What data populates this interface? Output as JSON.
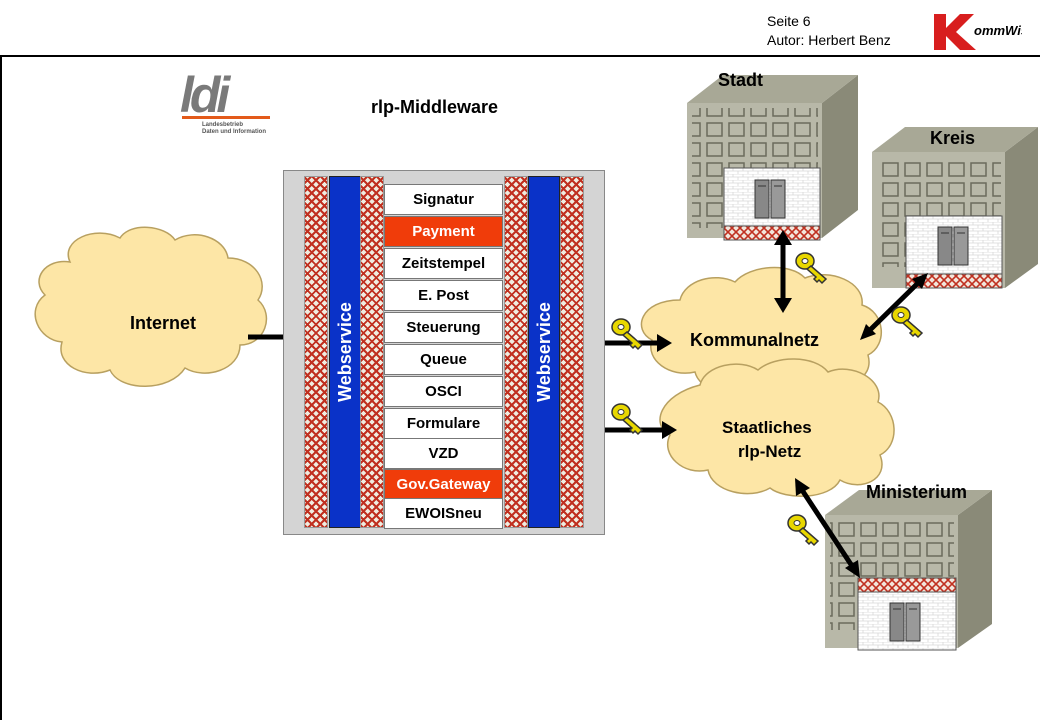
{
  "header": {
    "page": "Seite 6",
    "author": "Autor: Herbert Benz",
    "logo_text": "KommWis"
  },
  "ldi_logo": {
    "letters": "ldi",
    "subtitle_1": "Landesbetrieb",
    "subtitle_2": "Daten und Information"
  },
  "title": "rlp-Middleware",
  "middleware": {
    "webservice_left": "Webservice",
    "webservice_right": "Webservice",
    "services": [
      {
        "label": "Signatur",
        "highlight": false
      },
      {
        "label": "Payment",
        "highlight": true
      },
      {
        "label": "Zeitstempel",
        "highlight": false
      },
      {
        "label": "E. Post",
        "highlight": false
      },
      {
        "label": "Steuerung",
        "highlight": false
      },
      {
        "label": "Queue",
        "highlight": false
      },
      {
        "label": "OSCI",
        "highlight": false
      },
      {
        "label": "Formulare",
        "highlight": false
      },
      {
        "label": "VZD",
        "highlight": false
      },
      {
        "label": "Gov.Gateway",
        "highlight": true
      },
      {
        "label": "EWOISneu",
        "highlight": false
      }
    ]
  },
  "clouds": {
    "internet": "Internet",
    "kommunalnetz": "Kommunalnetz",
    "staatlich_line1": "Staatliches",
    "staatlich_line2": "rlp-Netz"
  },
  "buildings": {
    "stadt": "Stadt",
    "kreis": "Kreis",
    "ministerium": "Ministerium"
  },
  "colors": {
    "webservice_blue": "#0a32c8",
    "highlight_red": "#f03c0a",
    "cloud": "#fde6a6",
    "key": "#e8d700",
    "building_front": "#b8b8a8",
    "building_side": "#8a8a78"
  }
}
